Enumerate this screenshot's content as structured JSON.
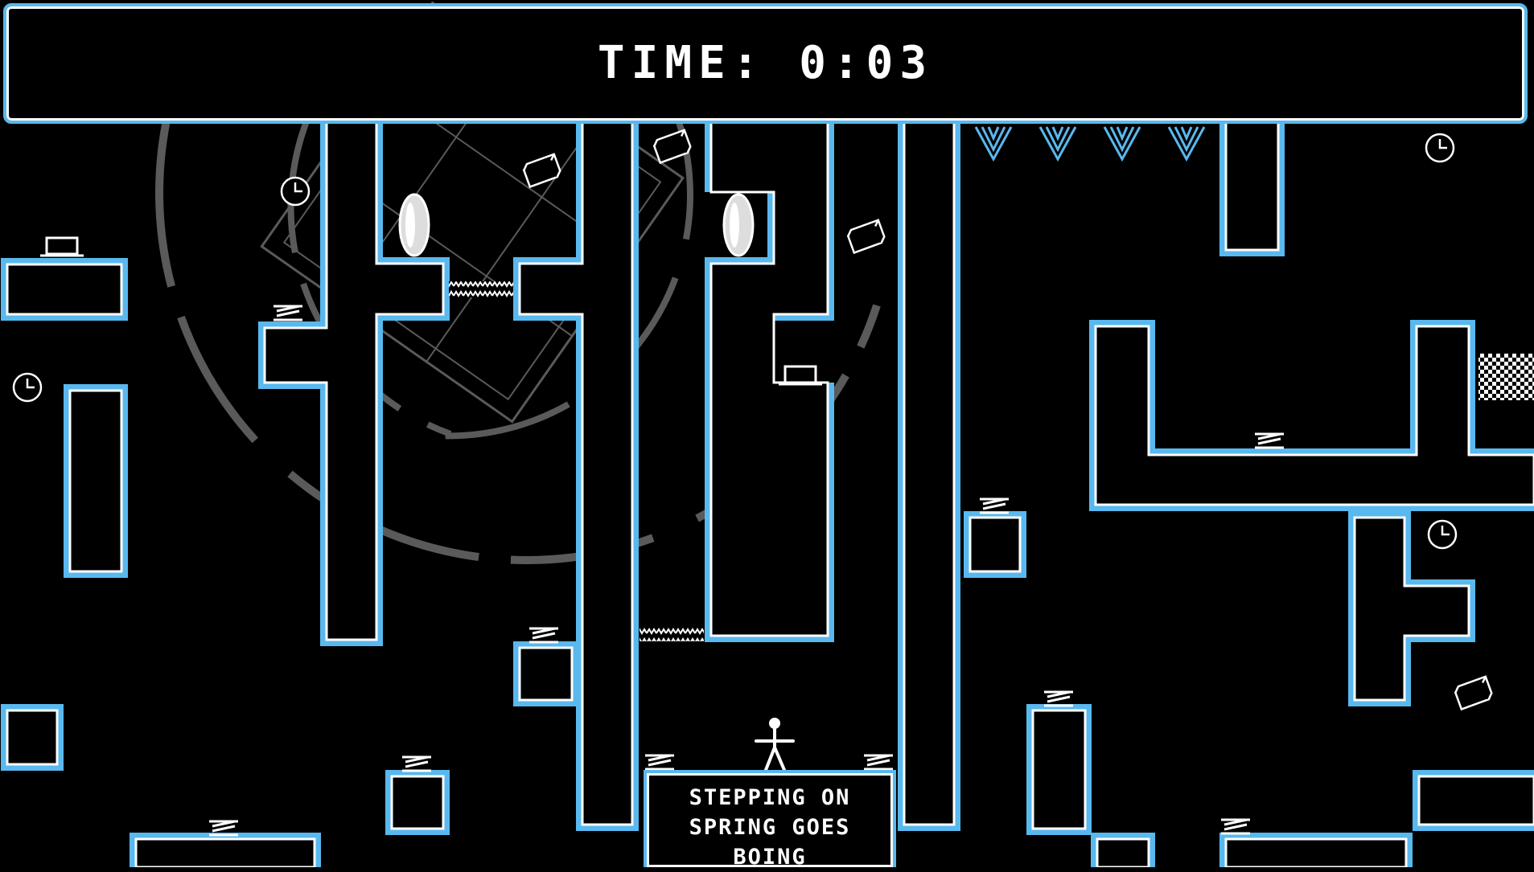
{
  "hud": {
    "timer_text": "TIME: 0:03"
  },
  "sign": {
    "lines": [
      "STEPPING ON",
      "SPRING GOES",
      "BOING"
    ]
  },
  "colors": {
    "background": "#000000",
    "wall_outline": "#59b8ee",
    "wall_inner": "#ffffff",
    "ghost": "#6a6a6a"
  },
  "icons": {
    "clock": "clock-icon",
    "spring": "spring-icon",
    "crate": "crate-icon",
    "player": "stick-figure-icon",
    "portal": "portal-capsule-icon",
    "button": "pressure-button-icon",
    "spike": "ceiling-spike-icon",
    "goal": "checkered-goal-icon"
  }
}
